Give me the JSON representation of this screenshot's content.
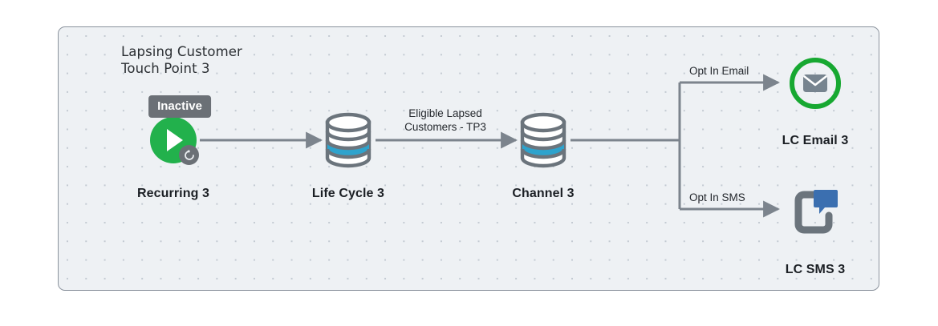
{
  "diagram": {
    "title": "Lapsing Customer\nTouch Point 3",
    "canvas_bg": "#eef1f4",
    "canvas_border": "#8b939d",
    "grid_dot_color": "#c3cad2"
  },
  "nodes": {
    "recurring": {
      "label": "Recurring 3",
      "status": "Inactive",
      "icon": "play-circle-icon",
      "badge_icon": "recurring-refresh-icon",
      "color": "#22b14c"
    },
    "life_cycle": {
      "label": "Life Cycle 3",
      "icon": "database-icon",
      "accent": "#2ea3cd"
    },
    "channel": {
      "label": "Channel 3",
      "icon": "database-icon",
      "accent": "#2ea3cd"
    },
    "lc_email": {
      "label": "LC Email 3",
      "icon": "email-ring-icon",
      "ring_color": "#17a831",
      "glyph_color": "#77848f"
    },
    "lc_sms": {
      "label": "LC SMS 3",
      "icon": "sms-phone-icon",
      "phone_color": "#6b747c",
      "bubble_color": "#3b6fb0"
    }
  },
  "edges": {
    "recurring_to_lifecycle": {
      "label": ""
    },
    "lifecycle_to_channel": {
      "label": "Eligible Lapsed\nCustomers - TP3"
    },
    "channel_to_email": {
      "label": "Opt In Email"
    },
    "channel_to_sms": {
      "label": "Opt In SMS"
    }
  }
}
